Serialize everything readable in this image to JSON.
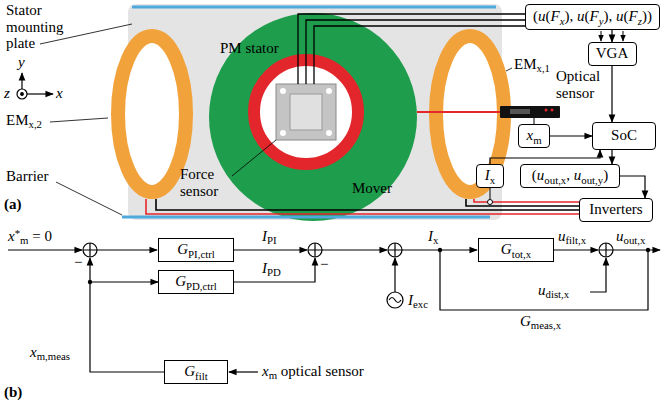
{
  "diagram": {
    "nodes": [
      {
        "text": [
          "(u(Fx), u(Fy), u(Fz))"
        ]
      },
      {
        "text": [
          "VGA"
        ]
      },
      {
        "text": [
          "xm"
        ]
      },
      {
        "text": [
          "SoC"
        ]
      },
      {
        "text": [
          "Ix"
        ]
      },
      {
        "text": [
          "(uout,x, uout,y)"
        ]
      },
      {
        "text": [
          "Inverters"
        ]
      },
      {
        "text": [
          "GPI,ctrl"
        ]
      },
      {
        "text": [
          "Gtot,x"
        ]
      },
      {
        "text": [
          "GPD,ctrl"
        ]
      },
      {
        "text": [
          "Gfilt"
        ]
      }
    ],
    "edges": [
      {
        "from": 0,
        "to": 1,
        "arrow": "to"
      },
      {
        "from": 1,
        "to": 3,
        "arrow": "to"
      },
      {
        "from": 2,
        "to": 3,
        "arrow": "to"
      },
      {
        "from": 4,
        "to": 3,
        "arrow": "to"
      },
      {
        "from": 3,
        "to": 5,
        "arrow": "to"
      },
      {
        "from": 5,
        "to": 6,
        "arrow": "to"
      },
      {
        "from": 10,
        "to": 9,
        "arrow": "to"
      }
    ],
    "labels": [
      "Stator mounting plate",
      "y",
      "z",
      "x",
      "EMx,2",
      "Barrier",
      "(a)",
      "PM stator",
      "Force sensor",
      "Mover",
      "EMx,1",
      "Optical sensor",
      "x*m = 0",
      "IPI",
      "Ix",
      "ufilt,x",
      "uout,x",
      "−",
      "IPD",
      "−",
      "Iexc",
      "udist,x",
      "Gmeas,x",
      "xm,meas",
      "xm optical sensor",
      "(b)"
    ]
  }
}
